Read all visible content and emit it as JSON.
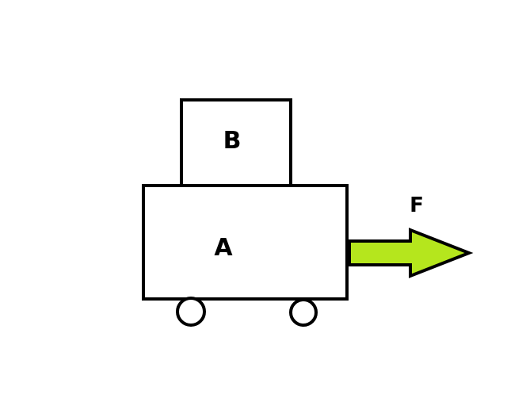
{
  "diagram": {
    "block_b": {
      "label": "B"
    },
    "block_a": {
      "label": "A"
    },
    "force": {
      "label": "F"
    }
  },
  "colors": {
    "stroke": "#000000",
    "block_fill": "#ffffff",
    "arrow_fill": "#b5e61d",
    "text": "#000000"
  }
}
